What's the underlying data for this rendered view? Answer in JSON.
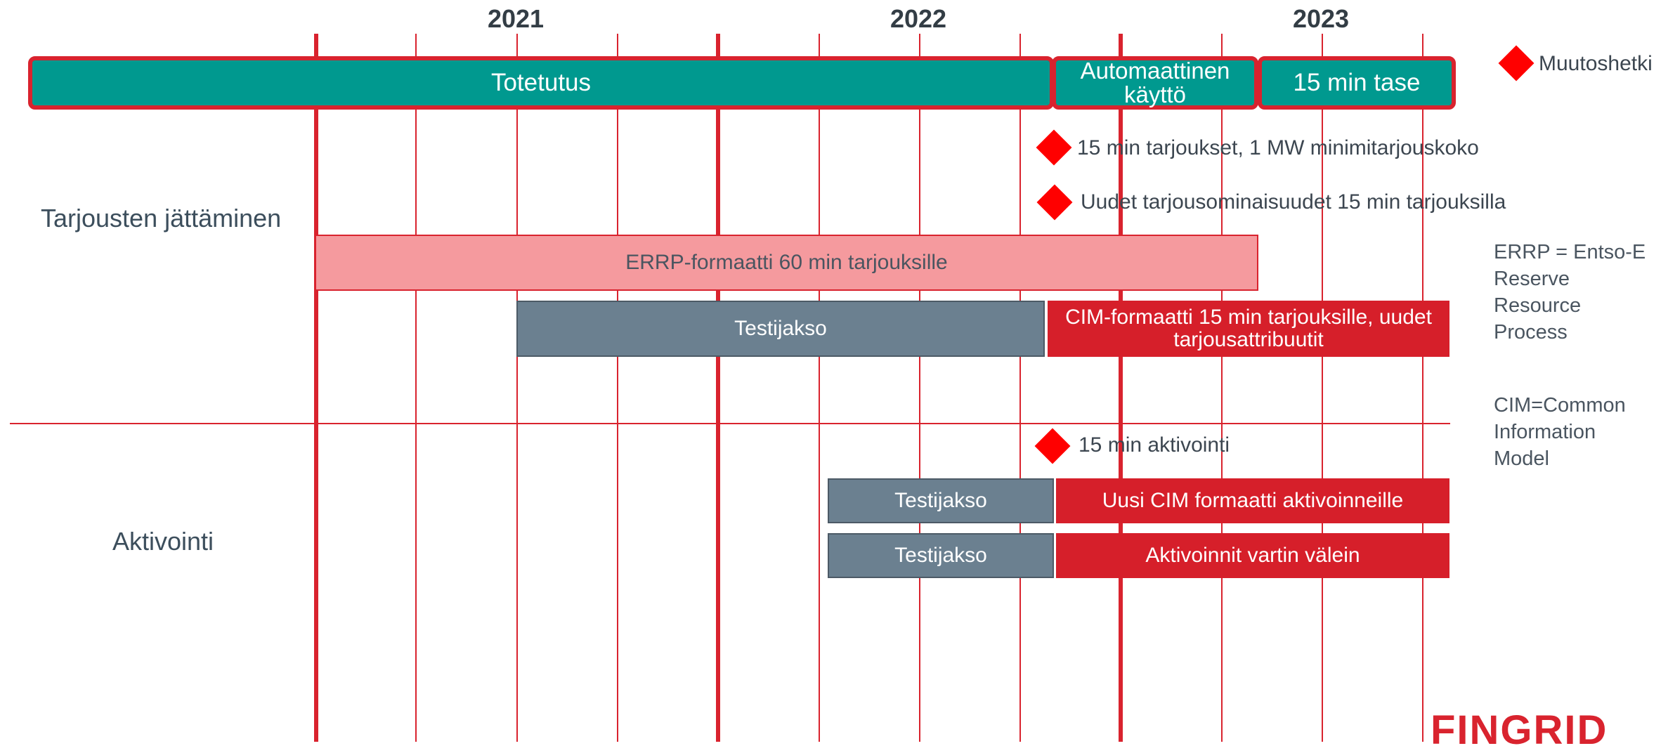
{
  "years": [
    "2021",
    "2022",
    "2023"
  ],
  "phases": {
    "totetutus": "Totetutus",
    "automaattinen": "Automaattinen käyttö",
    "tase": "15 min tase"
  },
  "legend": {
    "label": "Muutoshetki"
  },
  "milestones": {
    "m1": "15 min tarjoukset, 1 MW minimitarjouskoko",
    "m2": "Uudet tarjousominaisuudet 15 min tarjouksilla",
    "m3": "15 min aktivointi"
  },
  "sections": {
    "tarjousten": "Tarjousten jättäminen",
    "aktivointi": "Aktivointi"
  },
  "bars": {
    "errp": "ERRP-formaatti 60 min tarjouksille",
    "testijakso1": "Testijakso",
    "cim15": "CIM-formaatti 15 min tarjouksille, uudet tarjousattribuutit",
    "testijakso2": "Testijakso",
    "uusi_cim": "Uusi CIM formaatti aktivoinneille",
    "testijakso3": "Testijakso",
    "vartin": "Aktivoinnit vartin välein"
  },
  "notes": {
    "errp_note": "ERRP = Entso-E\nReserve\nResource\nProcess",
    "cim_note": "CIM=Common\nInformation\nModel"
  },
  "logo": "FINGRID",
  "colors": {
    "grid_red": "#d9232e",
    "teal": "#00998f",
    "pink": "#f59a9e",
    "gray": "#6b8090",
    "red": "#d61f2a",
    "diamond": "#ff0000"
  }
}
